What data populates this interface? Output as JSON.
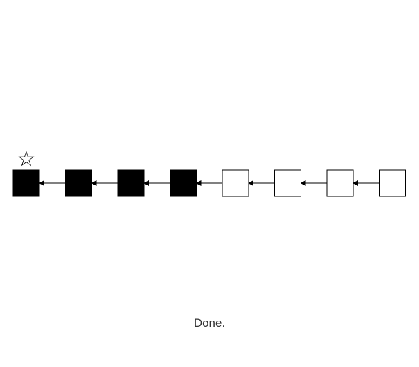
{
  "status": {
    "text": "Done."
  },
  "marker": {
    "icon": "star-icon",
    "glyph": "☆",
    "position_index": 0
  },
  "chain": {
    "node_count": 8,
    "filled": [
      true,
      true,
      true,
      true,
      false,
      false,
      false,
      false
    ],
    "arrow_direction": "left",
    "filled_color": "#000000",
    "empty_color": "#ffffff",
    "stroke_color": "#000000"
  }
}
